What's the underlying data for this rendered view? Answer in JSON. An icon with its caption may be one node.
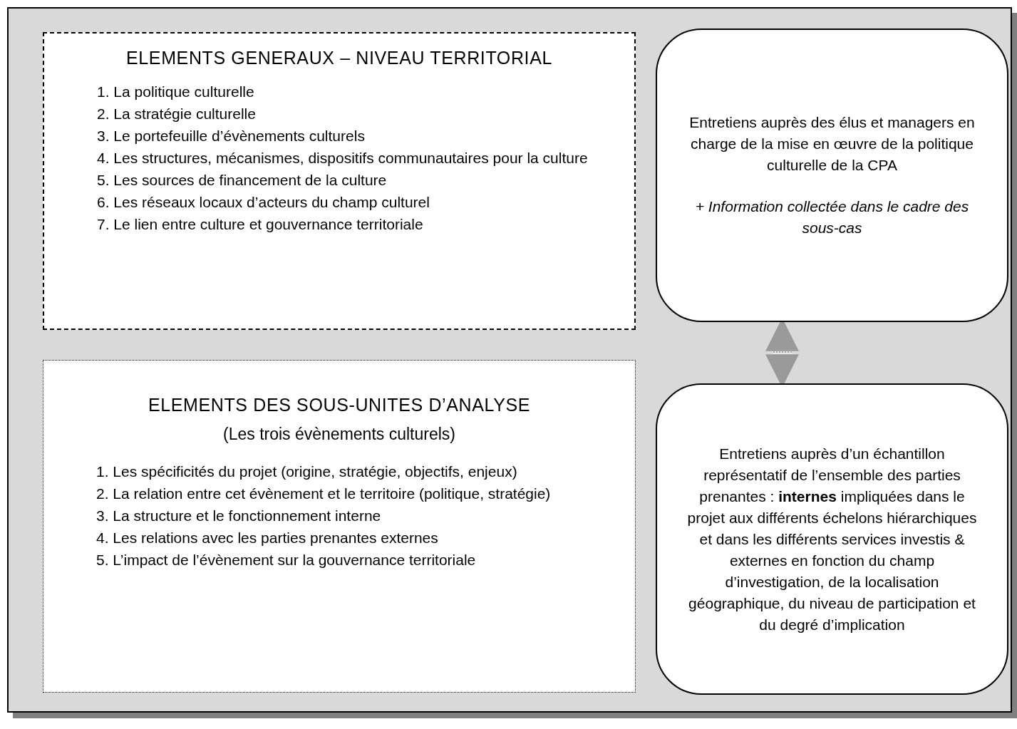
{
  "diagram": {
    "nodes": [
      {
        "text": [
          "ELEMENTS GENERAUX – NIVEAU TERRITORIAL",
          "1. La politique culturelle",
          "2. La stratégie culturelle",
          "3. Le portefeuille d’évènements culturels",
          "4. Les structures, mécanismes, dispositifs communautaires pour la culture",
          "5. Les sources de financement de la culture",
          "6. Les réseaux locaux d’acteurs du champ culturel",
          "7. Le lien entre culture et gouvernance territoriale"
        ]
      },
      {
        "text": [
          "ELEMENTS DES SOUS-UNITES D’ANALYSE",
          "(Les trois évènements culturels)",
          "1. Les spécificités du projet (origine, stratégie, objectifs, enjeux)",
          "2. La relation entre cet évènement et le territoire (politique, stratégie)",
          "3. La structure et le fonctionnement interne",
          "4. Les relations avec les parties prenantes externes",
          "5. L’impact de l’évènement sur la gouvernance territoriale"
        ]
      },
      {
        "text": [
          "Entretiens auprès des élus et managers en charge de la mise en œuvre de la politique culturelle de la CPA",
          "+ Information collectée dans le cadre des sous-cas"
        ]
      },
      {
        "text": [
          "Entretiens auprès d’un échantillon représentatif de l’ensemble des parties prenantes : **internes** impliquées dans le projet aux différents échelons hiérarchiques et dans les différents services investis & externes en fonction du champ d’investigation, de la localisation géographique, du niveau de participation et du degré d’implication"
        ]
      }
    ],
    "edges": [
      {
        "from": 2,
        "to": 3,
        "arrow": "both",
        "style": "thick",
        "color": "#9a9a9a"
      }
    ]
  }
}
